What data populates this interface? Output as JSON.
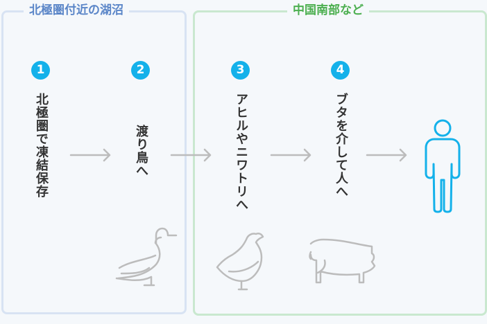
{
  "groups": [
    {
      "title": "北極圏付近の湖沼"
    },
    {
      "title": "中国南部など"
    }
  ],
  "steps": [
    {
      "num": "1",
      "text": "北極圏で凍結保存"
    },
    {
      "num": "2",
      "text": "渡り鳥へ"
    },
    {
      "num": "3",
      "text": "アヒルやニワトリへ"
    },
    {
      "num": "4",
      "text": "ブタを介して人へ"
    }
  ],
  "colors": {
    "accent": "#14b1ea",
    "left_border": "#d8e3f3",
    "right_border": "#c9e8cf",
    "left_title": "#5b86c8",
    "right_title": "#4caf50",
    "icon_gray": "#b8b8b8"
  }
}
